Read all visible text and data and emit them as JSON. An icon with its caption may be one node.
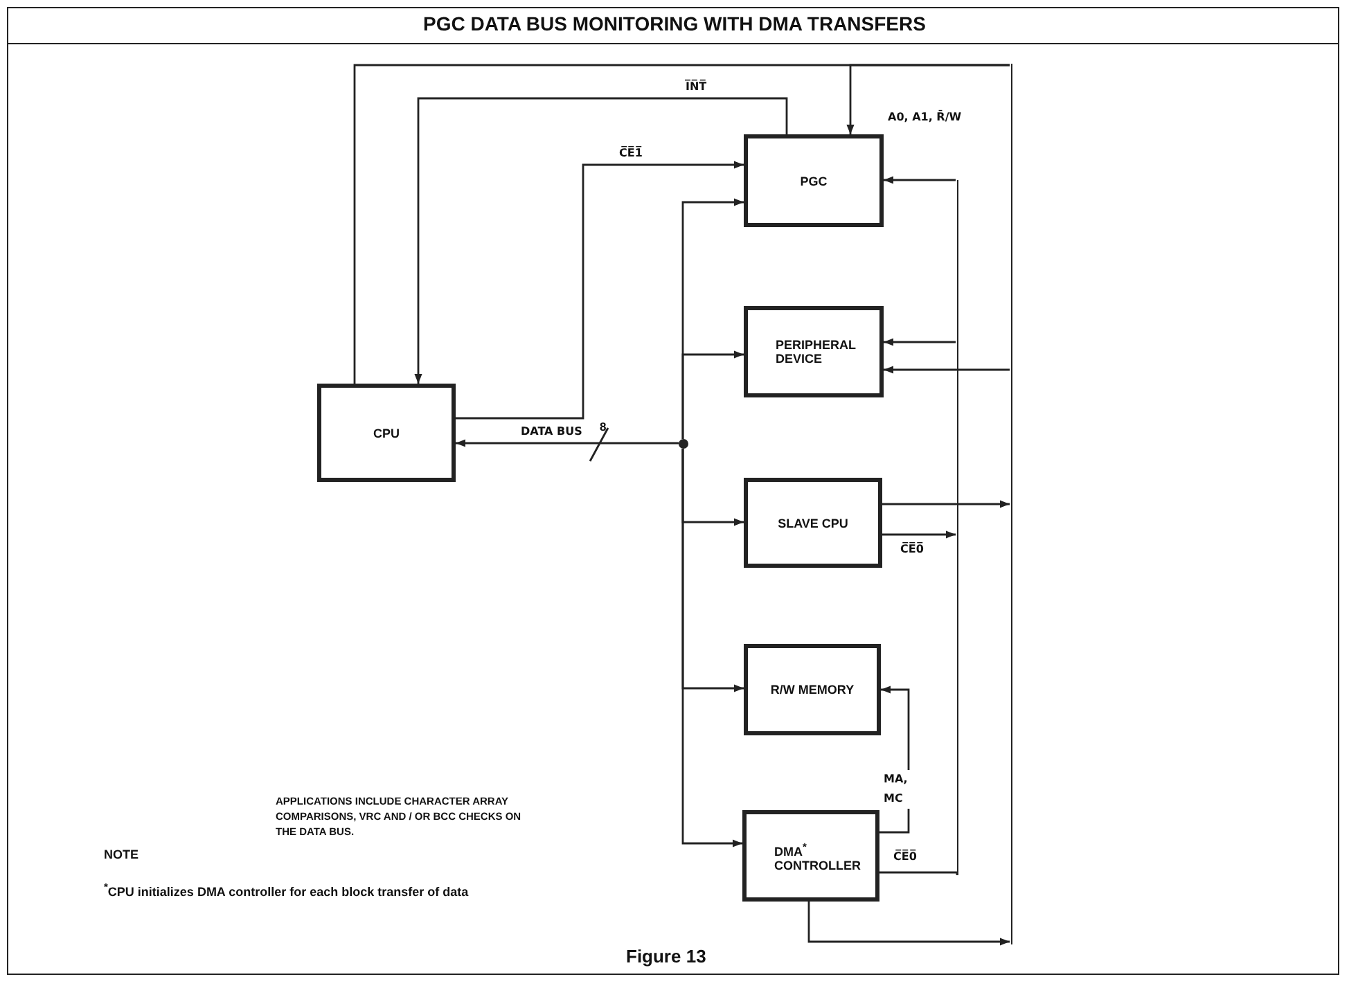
{
  "diagram": {
    "title": "PGC DATA BUS MONITORING WITH DMA TRANSFERS",
    "caption": "Figure 13",
    "nodes": [
      {
        "text": [
          "CPU"
        ]
      },
      {
        "text": [
          "PGC"
        ]
      },
      {
        "text": [
          "PERIPHERAL DEVICE"
        ]
      },
      {
        "text": [
          "SLAVE CPU"
        ]
      },
      {
        "text": [
          "R/W MEMORY"
        ]
      },
      {
        "text": [
          "DMA$^{*}$ CONTROLLER"
        ]
      },
      {
        "text": [],
        "shape": "circle"
      },
      {
        "text": [],
        "shape": "bar"
      },
      {
        "text": [],
        "shape": "bar"
      }
    ],
    "edges": [
      {
        "from": 6,
        "to": 0,
        "arrow": "to",
        "label": "DATA BUS"
      },
      {
        "from": 6,
        "to": 1,
        "arrow": "to"
      },
      {
        "from": 6,
        "to": 2,
        "arrow": "to"
      },
      {
        "from": 6,
        "to": 3,
        "arrow": "to"
      },
      {
        "from": 6,
        "to": 4,
        "arrow": "to"
      },
      {
        "from": 6,
        "to": 5,
        "arrow": "to"
      },
      {
        "from": 0,
        "to": 1,
        "arrow": "to",
        "label": "C̅E̅1̅"
      },
      {
        "from": 1,
        "to": 0,
        "arrow": "to",
        "label": "I̅N̅T̅"
      },
      {
        "from": 0,
        "to": 8,
        "arrow": "none"
      },
      {
        "from": 8,
        "to": 1,
        "arrow": "to",
        "label": "A0, A1, R̄/W"
      },
      {
        "from": 8,
        "to": 2,
        "arrow": "to"
      },
      {
        "from": 3,
        "to": 8,
        "arrow": "to"
      },
      {
        "from": 5,
        "to": 8,
        "arrow": "to"
      },
      {
        "from": 3,
        "to": 7,
        "arrow": "to",
        "label": "C̅E̅0̅"
      },
      {
        "from": 5,
        "to": 7,
        "arrow": "none",
        "label": "C̅E̅0̅"
      },
      {
        "from": 7,
        "to": 1,
        "arrow": "to"
      },
      {
        "from": 7,
        "to": 2,
        "arrow": "to"
      },
      {
        "from": 5,
        "to": 4,
        "arrow": "to",
        "label": "MA, MC"
      }
    ],
    "labels": [
      "8",
      "APPLICATIONS INCLUDE CHARACTER ARRAY COMPARISONS, VRC AND / OR BCC CHECKS ON THE DATA BUS.",
      "NOTE",
      "$^{*}$CPU initializes DMA controller for each block transfer of data"
    ]
  }
}
